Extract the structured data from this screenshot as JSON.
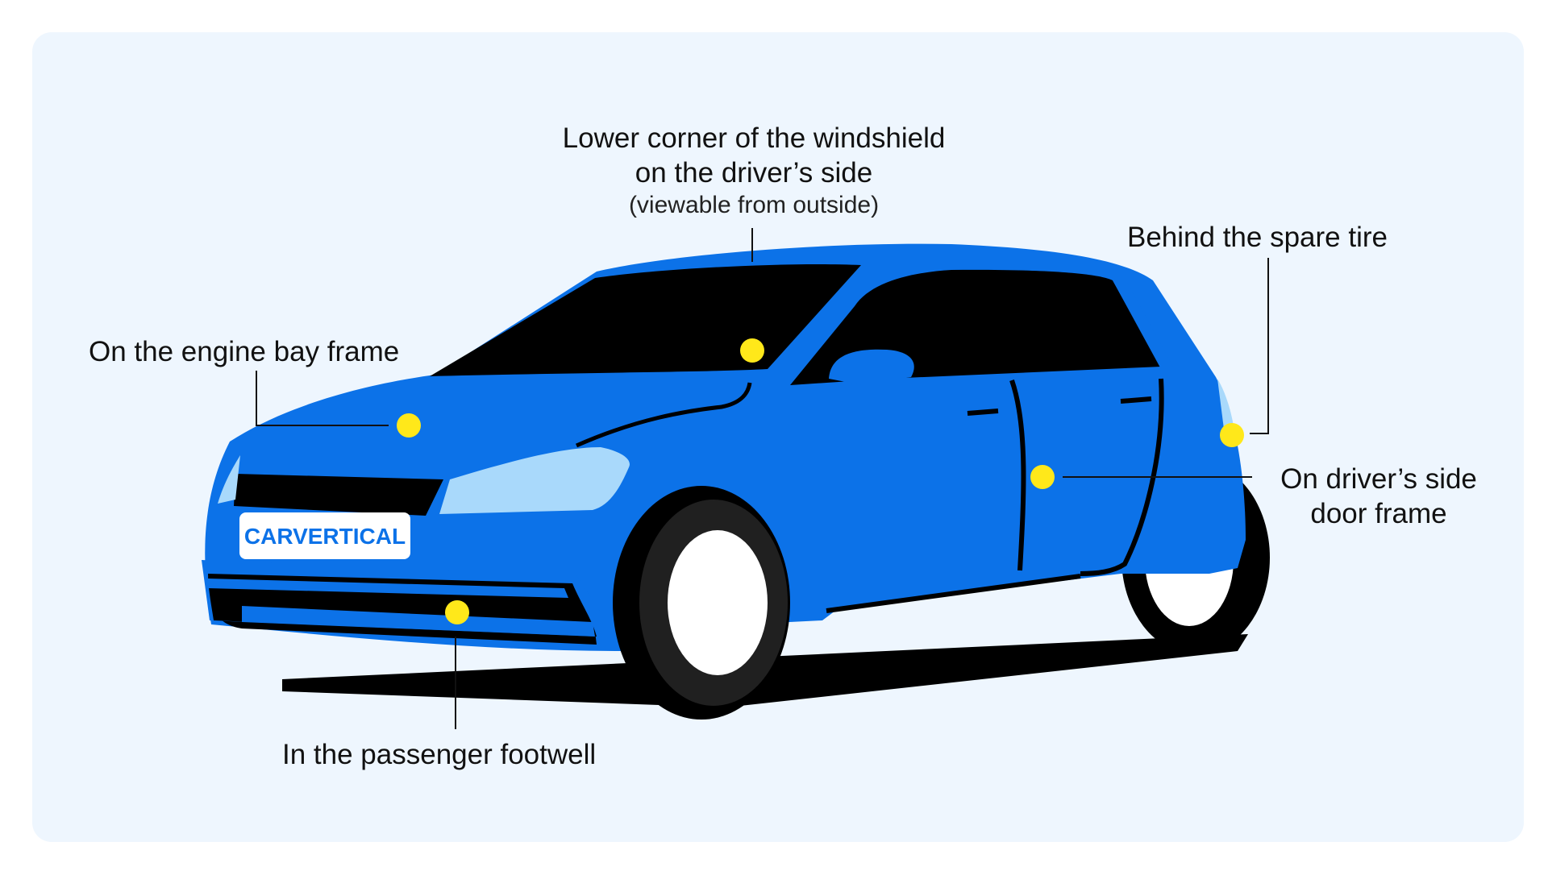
{
  "brand": {
    "logo_text": "CARVERTICAL"
  },
  "colors": {
    "background": "#eef6fe",
    "car_body": "#0c72e8",
    "marker": "#ffe81a",
    "glass": "#000000",
    "headlight": "#a9d9fb"
  },
  "labels": {
    "windshield_line1": "Lower corner of the windshield",
    "windshield_line2": "on the driver’s side",
    "windshield_note": "(viewable from outside)",
    "engine_bay": "On the engine bay frame",
    "spare_tire": "Behind the spare tire",
    "door_frame_line1": "On driver’s side",
    "door_frame_line2": "door frame",
    "footwell": "In the passenger footwell"
  }
}
